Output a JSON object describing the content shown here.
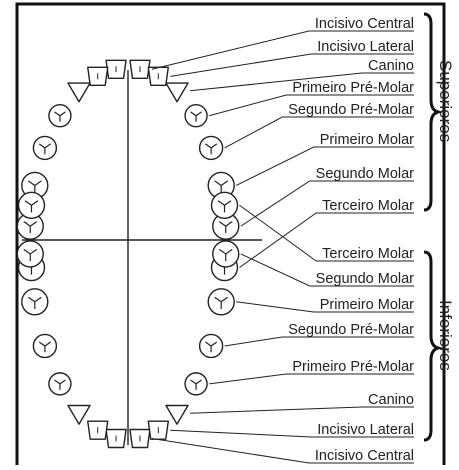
{
  "upper": {
    "group_label": "Superiores",
    "labels": [
      "Incisivo Central",
      "Incisivo Lateral",
      "Canino",
      "Primeiro Pré-Molar",
      "Segundo Pré-Molar",
      "Primeiro Molar",
      "Segundo Molar",
      "Terceiro Molar"
    ]
  },
  "lower": {
    "group_label": "Inferiores",
    "labels": [
      "Terceiro Molar",
      "Segundo Molar",
      "Primeiro Molar",
      "Segundo Pré-Molar",
      "Primeiro Pré-Molar",
      "Canino",
      "Incisivo Lateral",
      "Incisivo Central"
    ]
  },
  "colors": {
    "ink": "#222222",
    "border": "#111111",
    "background": "#ffffff"
  }
}
